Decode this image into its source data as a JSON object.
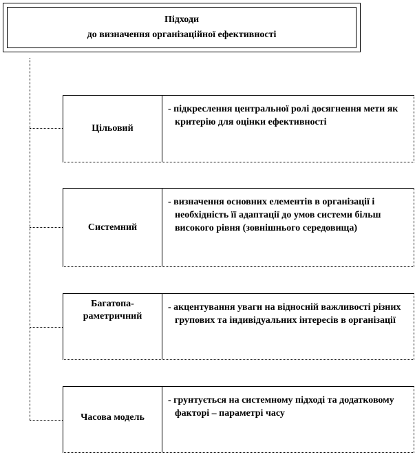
{
  "title": {
    "line1": "Підходи",
    "line2": "до визначення  організаційної  ефективності"
  },
  "approaches": [
    {
      "name": "Цільовий",
      "description": "- підкреслення центральної ролі досягнення мети як критерію для оцінки ефективності"
    },
    {
      "name": "Системний",
      "description": "- визначення основних елементів  в організації і необхідність її адаптації  до умов системи більш  високого рівня (зовнішнього середовища)"
    },
    {
      "name": "Багатопа-раметричний",
      "description": "- акцентування уваги на відносній важливості різних групових та індивідуальних  інтересів  в організації"
    },
    {
      "name": "Часова модель",
      "description": "- грунтується на системному підході та додатковому факторі – параметрі  часу"
    }
  ]
}
